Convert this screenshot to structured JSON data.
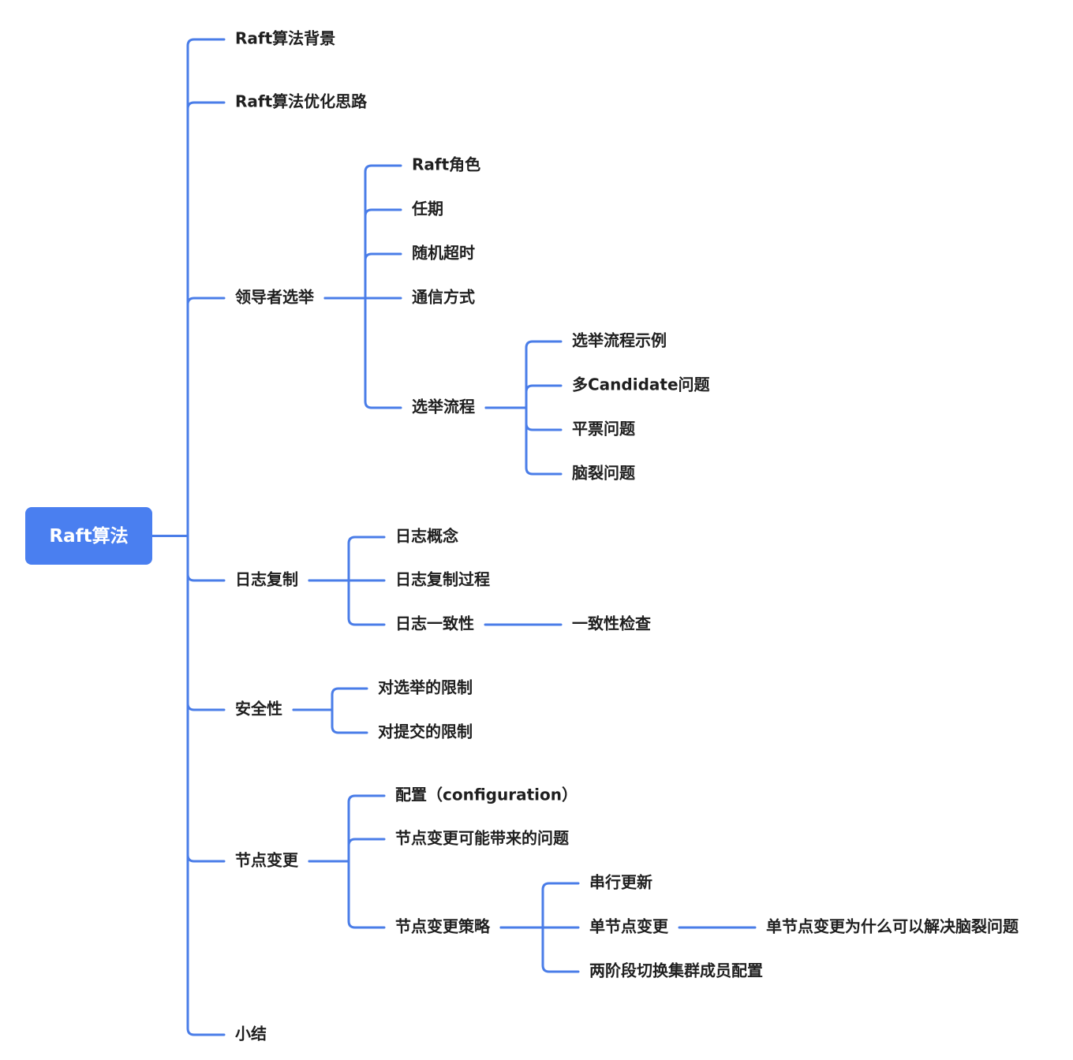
{
  "colors": {
    "connector": "#4a7de8",
    "root_fill": "#4a7ff0",
    "root_text": "#ffffff",
    "text": "#1f1f1f"
  },
  "mindmap": {
    "root": "Raft算法",
    "branches": [
      {
        "label": "Raft算法背景",
        "children": []
      },
      {
        "label": "Raft算法优化思路",
        "children": []
      },
      {
        "label": "领导者选举",
        "children": [
          {
            "label": "Raft角色",
            "children": []
          },
          {
            "label": "任期",
            "children": []
          },
          {
            "label": "随机超时",
            "children": []
          },
          {
            "label": "通信方式",
            "children": []
          },
          {
            "label": "选举流程",
            "children": [
              {
                "label": "选举流程示例",
                "children": []
              },
              {
                "label": "多Candidate问题",
                "children": []
              },
              {
                "label": "平票问题",
                "children": []
              },
              {
                "label": "脑裂问题",
                "children": []
              }
            ]
          }
        ]
      },
      {
        "label": "日志复制",
        "children": [
          {
            "label": "日志概念",
            "children": []
          },
          {
            "label": "日志复制过程",
            "children": []
          },
          {
            "label": "日志一致性",
            "children": [
              {
                "label": "一致性检查",
                "children": []
              }
            ]
          }
        ]
      },
      {
        "label": "安全性",
        "children": [
          {
            "label": "对选举的限制",
            "children": []
          },
          {
            "label": "对提交的限制",
            "children": []
          }
        ]
      },
      {
        "label": "节点变更",
        "children": [
          {
            "label": "配置（configuration）",
            "children": []
          },
          {
            "label": "节点变更可能带来的问题",
            "children": []
          },
          {
            "label": "节点变更策略",
            "children": [
              {
                "label": "串行更新",
                "children": []
              },
              {
                "label": "单节点变更",
                "children": [
                  {
                    "label": "单节点变更为什么可以解决脑裂问题",
                    "children": []
                  }
                ]
              },
              {
                "label": "两阶段切换集群成员配置",
                "children": []
              }
            ]
          }
        ]
      },
      {
        "label": "小结",
        "children": []
      }
    ]
  }
}
